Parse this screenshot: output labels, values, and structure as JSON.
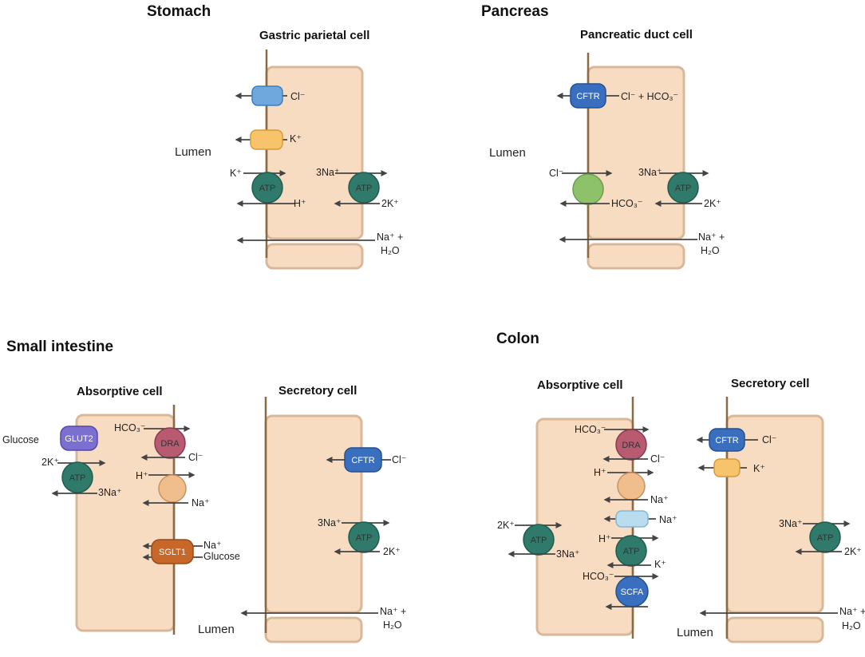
{
  "colors": {
    "cell_fill": "#f7dcc2",
    "cell_border": "#d9b899",
    "membrane": "#8a6a45",
    "atp": "#2f7a6a",
    "cftr": "#3a6fc0",
    "chloride_channel": "#6fa8dc",
    "potassium_channel": "#f7c46c",
    "exchanger_green": "#8ec26a",
    "dra": "#b85a70",
    "nhe": "#f0bd8c",
    "glut2": "#7b6fd0",
    "sglt1": "#c8672a",
    "enac": "#b9dcef",
    "scfa": "#3a6fc0"
  },
  "sections": {
    "stomach": "Stomach",
    "pancreas": "Pancreas",
    "small_intestine": "Small intestine",
    "colon": "Colon"
  },
  "cells": {
    "gastric_parietal": "Gastric parietal cell",
    "pancreatic_duct": "Pancreatic duct cell",
    "si_absorptive": "Absorptive cell",
    "si_secretory": "Secretory cell",
    "colon_absorptive": "Absorptive cell",
    "colon_secretory": "Secretory cell"
  },
  "lumen_label": "Lumen",
  "transporters": {
    "atp": "ATP",
    "cftr": "CFTR",
    "dra": "DRA",
    "glut2": "GLUT2",
    "sglt1": "SGLT1",
    "scfa": "SCFA"
  },
  "ions": {
    "cl": "Cl⁻",
    "k": "K⁺",
    "h": "H⁺",
    "na": "Na⁺",
    "three_na": "3Na⁺",
    "two_k": "2K⁺",
    "hco3": "HCO₃⁻",
    "cl_hco3": "Cl⁻ + HCO₃⁻",
    "na_plus": "Na⁺ +",
    "h2o": "H₂O",
    "glucose": "Glucose"
  }
}
